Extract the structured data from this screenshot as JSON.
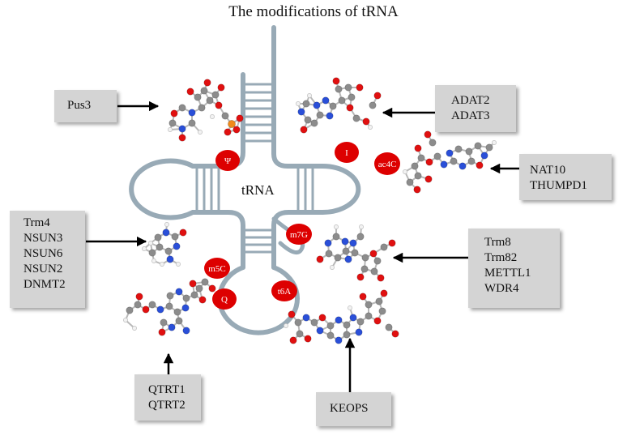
{
  "title": "The modifications of tRNA",
  "center_label": "tRNA",
  "modifications": [
    "Ψ",
    "I",
    "ac4C",
    "m7G",
    "m5C",
    "Q",
    "t6A"
  ],
  "enzymes": {
    "pus3": [
      "Pus3"
    ],
    "adat": [
      "ADAT2",
      "ADAT3"
    ],
    "nat": [
      "NAT10",
      "THUMPD1"
    ],
    "trm4": [
      "Trm4",
      "NSUN3",
      "NSUN6",
      "NSUN2",
      "DNMT2"
    ],
    "trm8": [
      "Trm8",
      "Trm82",
      "METTL1",
      "WDR4"
    ],
    "qtrt": [
      "QTRT1",
      "QTRT2"
    ],
    "keops": [
      "KEOPS"
    ]
  },
  "colors": {
    "trna_strand": "#98aab6",
    "modification_badge": "#dd0000",
    "box_fill": "#d4d4d4",
    "arrow": "#000000",
    "atom_carbon": "#8c8c8c",
    "atom_oxygen": "#e01010",
    "atom_nitrogen": "#2a4fd8",
    "atom_hydrogen": "#f2f2f2",
    "atom_phosphorus": "#f08a1a"
  }
}
